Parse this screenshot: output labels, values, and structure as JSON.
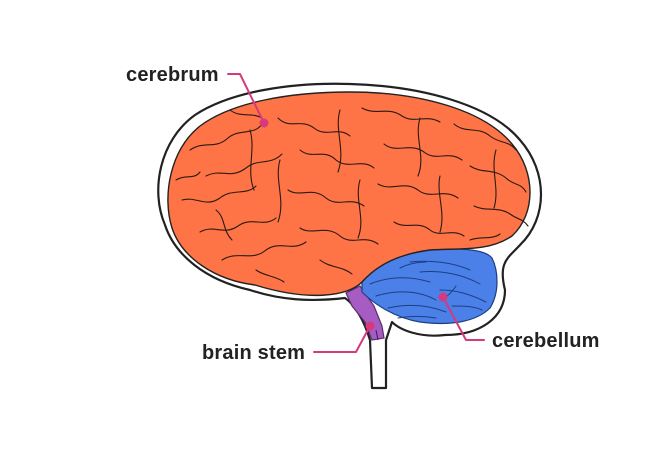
{
  "labels": {
    "cerebrum": "cerebrum",
    "brain_stem": "brain stem",
    "cerebellum": "cerebellum"
  },
  "colors": {
    "cerebrum": "#FF7446",
    "cerebellum": "#4A80E8",
    "brain_stem": "#A65CC2",
    "leader_line": "#D63A7C",
    "outline": "#222222"
  }
}
